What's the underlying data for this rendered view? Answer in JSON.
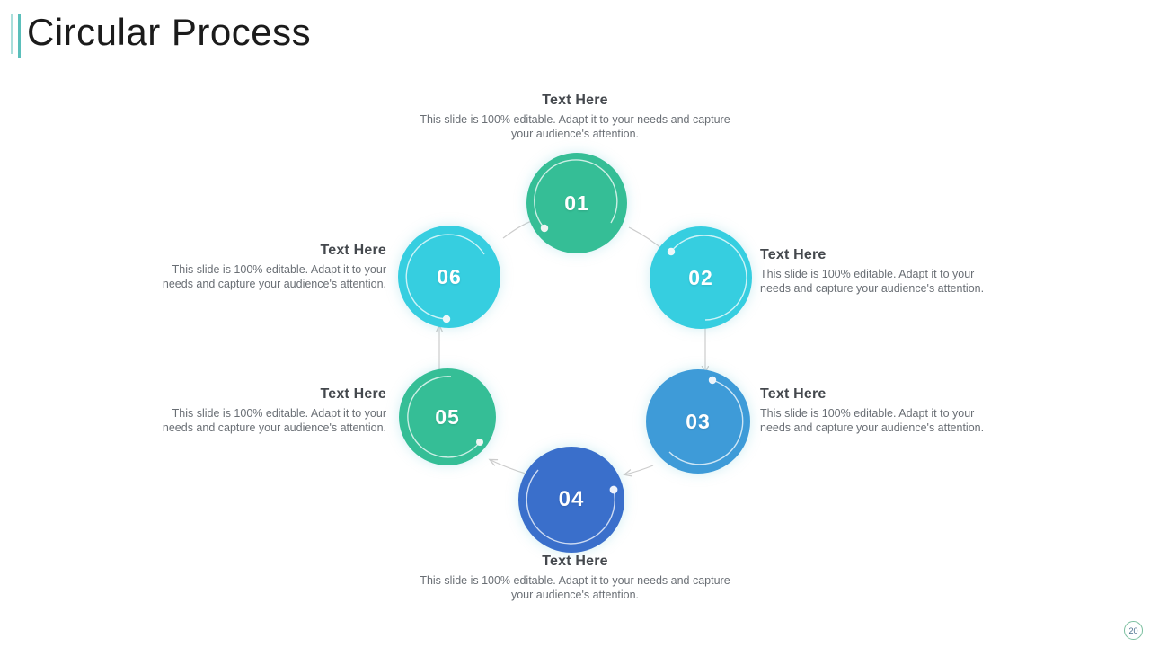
{
  "header": {
    "title": "Circular Process",
    "accent_color_light": "#a9dedb",
    "accent_color_dark": "#5bbfbb"
  },
  "diagram": {
    "type": "circular-process",
    "body_text": "This slide is 100% editable. Adapt it to your needs and capture your audience's attention.",
    "nodes": [
      {
        "number": "01",
        "heading": "Text Here",
        "body": "This slide is 100% editable. Adapt it to your needs and capture your audience's attention.",
        "color": "#35be96",
        "position": "top",
        "label_align": "center"
      },
      {
        "number": "02",
        "heading": "Text Here",
        "body": "This slide is 100% editable. Adapt it to your needs and capture your audience's attention.",
        "color": "#36cee0",
        "position": "upper-right",
        "label_align": "left"
      },
      {
        "number": "03",
        "heading": "Text Here",
        "body": "This slide is 100% editable. Adapt it to your needs and capture your audience's attention.",
        "color": "#3e9bd8",
        "position": "lower-right",
        "label_align": "left"
      },
      {
        "number": "04",
        "heading": "Text Here",
        "body": "This slide is 100% editable. Adapt it to your needs and capture your audience's attention.",
        "color": "#3a6fcb",
        "position": "bottom",
        "label_align": "center"
      },
      {
        "number": "05",
        "heading": "Text Here",
        "body": "This slide is 100% editable. Adapt it to your needs and capture your audience's attention.",
        "color": "#35be96",
        "position": "lower-left",
        "label_align": "right"
      },
      {
        "number": "06",
        "heading": "Text Here",
        "body": "This slide is 100% editable. Adapt it to your needs and capture your audience's attention.",
        "color": "#36cee0",
        "position": "upper-left",
        "label_align": "right"
      }
    ],
    "arrow_color": "#cfcfcf",
    "flow": "clockwise 01 to 02 to 03 to 04 to 05 to 06 to 01"
  },
  "footer": {
    "page_number": "20"
  }
}
